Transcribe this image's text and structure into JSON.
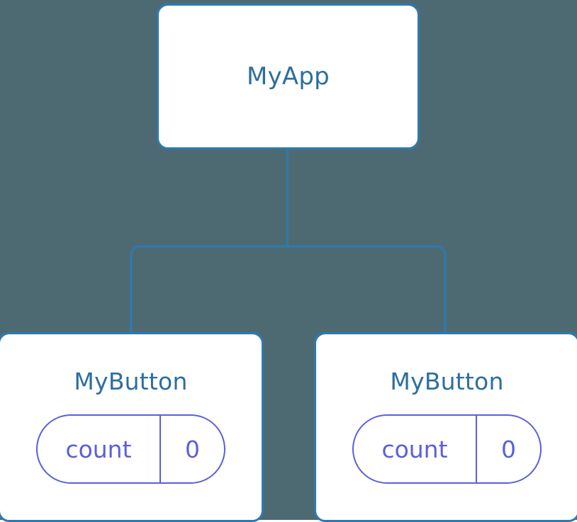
{
  "diagram": {
    "type": "component-tree",
    "background_color": "#4d6a73",
    "node_border_color": "#2e7ab0",
    "node_fill_color": "#ffffff",
    "node_title_color": "#2d6e9e",
    "state_pill_color": "#5b5fd9",
    "edge_color": "#2e7ab0"
  },
  "root": {
    "title": "MyApp"
  },
  "children": [
    {
      "title": "MyButton",
      "state": {
        "key": "count",
        "value": "0"
      }
    },
    {
      "title": "MyButton",
      "state": {
        "key": "count",
        "value": "0"
      }
    }
  ]
}
